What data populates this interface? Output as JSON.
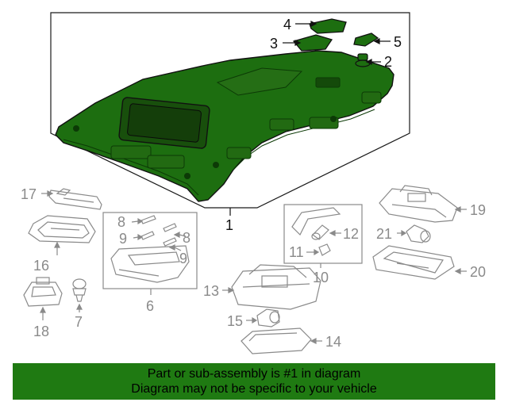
{
  "callouts": {
    "c1": "1",
    "c2": "2",
    "c3": "3",
    "c4": "4",
    "c5": "5",
    "c6": "6",
    "c7": "7",
    "c8a": "8",
    "c8b": "8",
    "c9a": "9",
    "c9b": "9",
    "c10": "10",
    "c11": "11",
    "c12": "12",
    "c13": "13",
    "c14": "14",
    "c15": "15",
    "c16": "16",
    "c17": "17",
    "c18": "18",
    "c19": "19",
    "c20": "20",
    "c21": "21"
  },
  "footer": {
    "line1": "Part or sub-assembly is #1 in diagram",
    "line2": "Diagram may not be specific to your vehicle"
  },
  "colors": {
    "highlight_green": "#1f7a12",
    "part_green": "#1d6e10",
    "dark_outline": "#1a1a1a",
    "grey_outline": "#8a8a8a",
    "footer_bg": "#1f7a12"
  }
}
